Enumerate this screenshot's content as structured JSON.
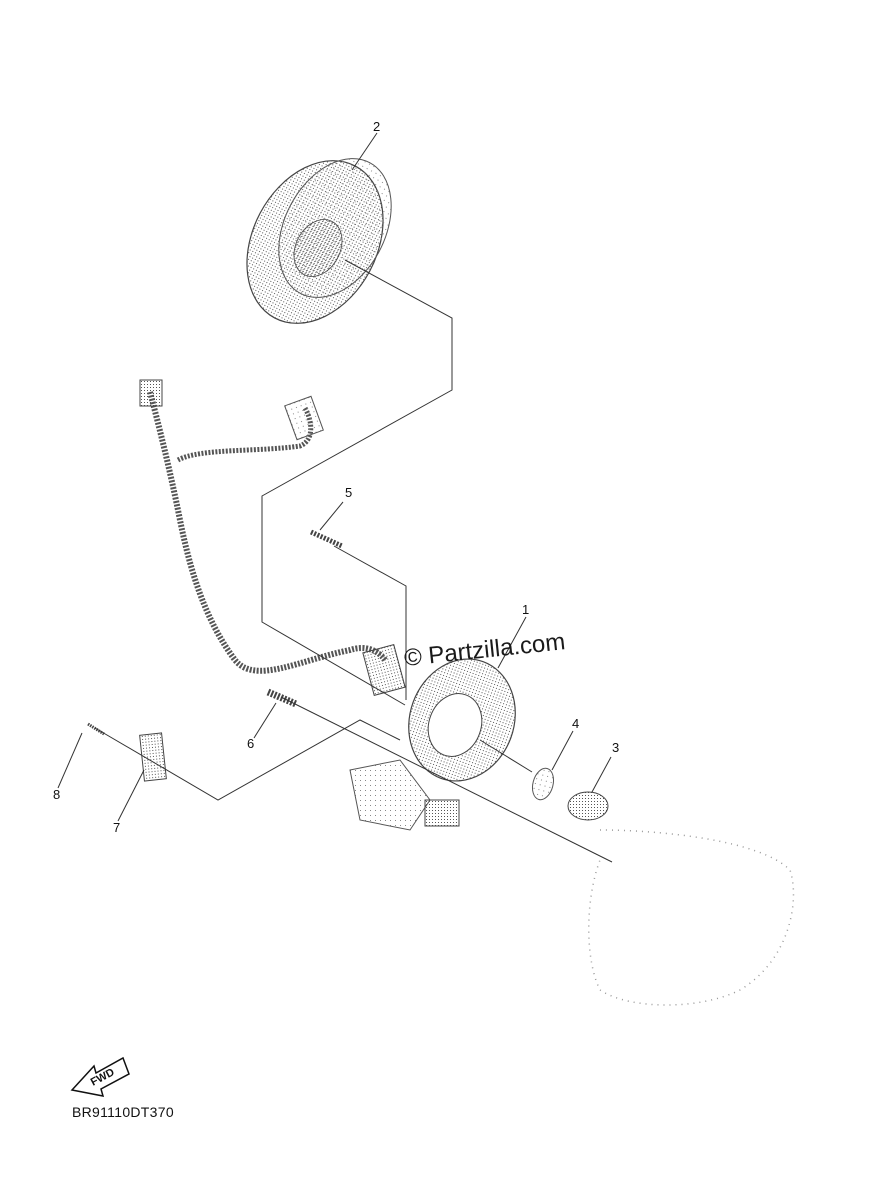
{
  "watermark": "© Partzilla.com",
  "drawing_code": "BR91110DT370",
  "fwd_label": "FWD",
  "callouts": [
    {
      "id": "1",
      "label": "1"
    },
    {
      "id": "2",
      "label": "2"
    },
    {
      "id": "3",
      "label": "3"
    },
    {
      "id": "4",
      "label": "4"
    },
    {
      "id": "5",
      "label": "5"
    },
    {
      "id": "6",
      "label": "6"
    },
    {
      "id": "7",
      "label": "7"
    },
    {
      "id": "8",
      "label": "8"
    }
  ],
  "parts": [
    {
      "callout": "1",
      "icon": "stator-assembly-icon"
    },
    {
      "callout": "2",
      "icon": "rotor-flywheel-icon"
    },
    {
      "callout": "3",
      "icon": "cap-icon"
    },
    {
      "callout": "4",
      "icon": "grommet-icon"
    },
    {
      "callout": "5",
      "icon": "screw-icon"
    },
    {
      "callout": "6",
      "icon": "bolt-icon"
    },
    {
      "callout": "7",
      "icon": "clamp-icon"
    },
    {
      "callout": "8",
      "icon": "small-screw-icon"
    }
  ]
}
